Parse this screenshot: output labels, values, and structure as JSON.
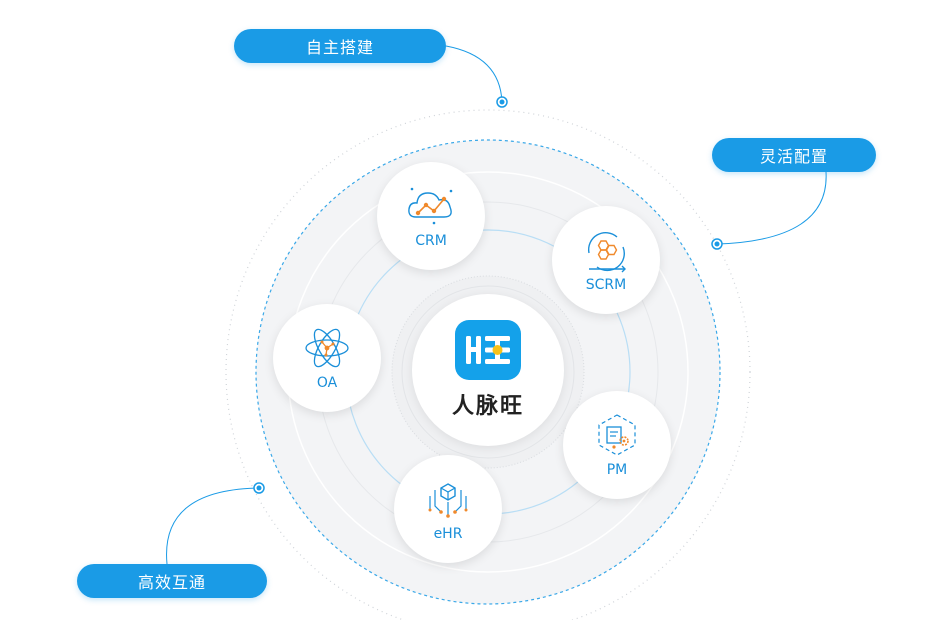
{
  "tags": {
    "top": "自主搭建",
    "right": "灵活配置",
    "bottom": "高效互通"
  },
  "center": {
    "brand": "人脉旺"
  },
  "modules": {
    "crm": "CRM",
    "scrm": "SCRM",
    "oa": "OA",
    "pm": "PM",
    "ehr": "eHR"
  },
  "colors": {
    "accent": "#1a9be6",
    "orange": "#f0892b",
    "ring": "#f2f3f5"
  }
}
